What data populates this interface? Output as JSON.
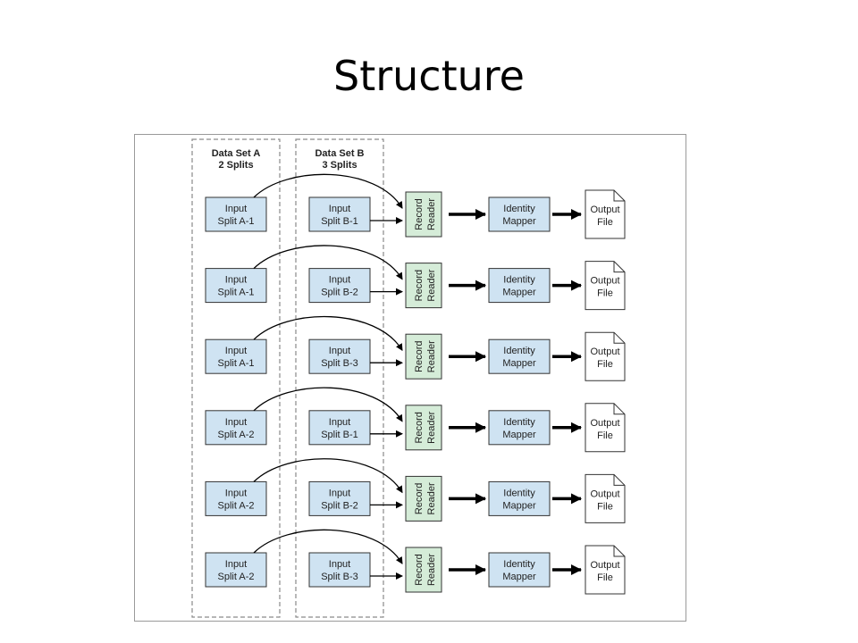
{
  "title": "Structure",
  "groups": [
    {
      "label_line1": "Data Set A",
      "label_line2": "2 Splits"
    },
    {
      "label_line1": "Data Set B",
      "label_line2": "3 Splits"
    }
  ],
  "rows": [
    {
      "a": [
        "Input",
        "Split A-1"
      ],
      "b": [
        "Input",
        "Split B-1"
      ]
    },
    {
      "a": [
        "Input",
        "Split A-1"
      ],
      "b": [
        "Input",
        "Split B-2"
      ]
    },
    {
      "a": [
        "Input",
        "Split A-1"
      ],
      "b": [
        "Input",
        "Split B-3"
      ]
    },
    {
      "a": [
        "Input",
        "Split A-2"
      ],
      "b": [
        "Input",
        "Split B-1"
      ]
    },
    {
      "a": [
        "Input",
        "Split A-2"
      ],
      "b": [
        "Input",
        "Split B-2"
      ]
    },
    {
      "a": [
        "Input",
        "Split A-2"
      ],
      "b": [
        "Input",
        "Split B-3"
      ]
    }
  ],
  "record_reader": [
    "Record",
    "Reader"
  ],
  "identity_mapper": [
    "Identity",
    "Mapper"
  ],
  "output_file": [
    "Output",
    "File"
  ],
  "colors": {
    "split_fill": "#cfe3f2",
    "reader_fill": "#d5ecd8",
    "box_stroke": "#333333",
    "arrow": "#000000"
  }
}
